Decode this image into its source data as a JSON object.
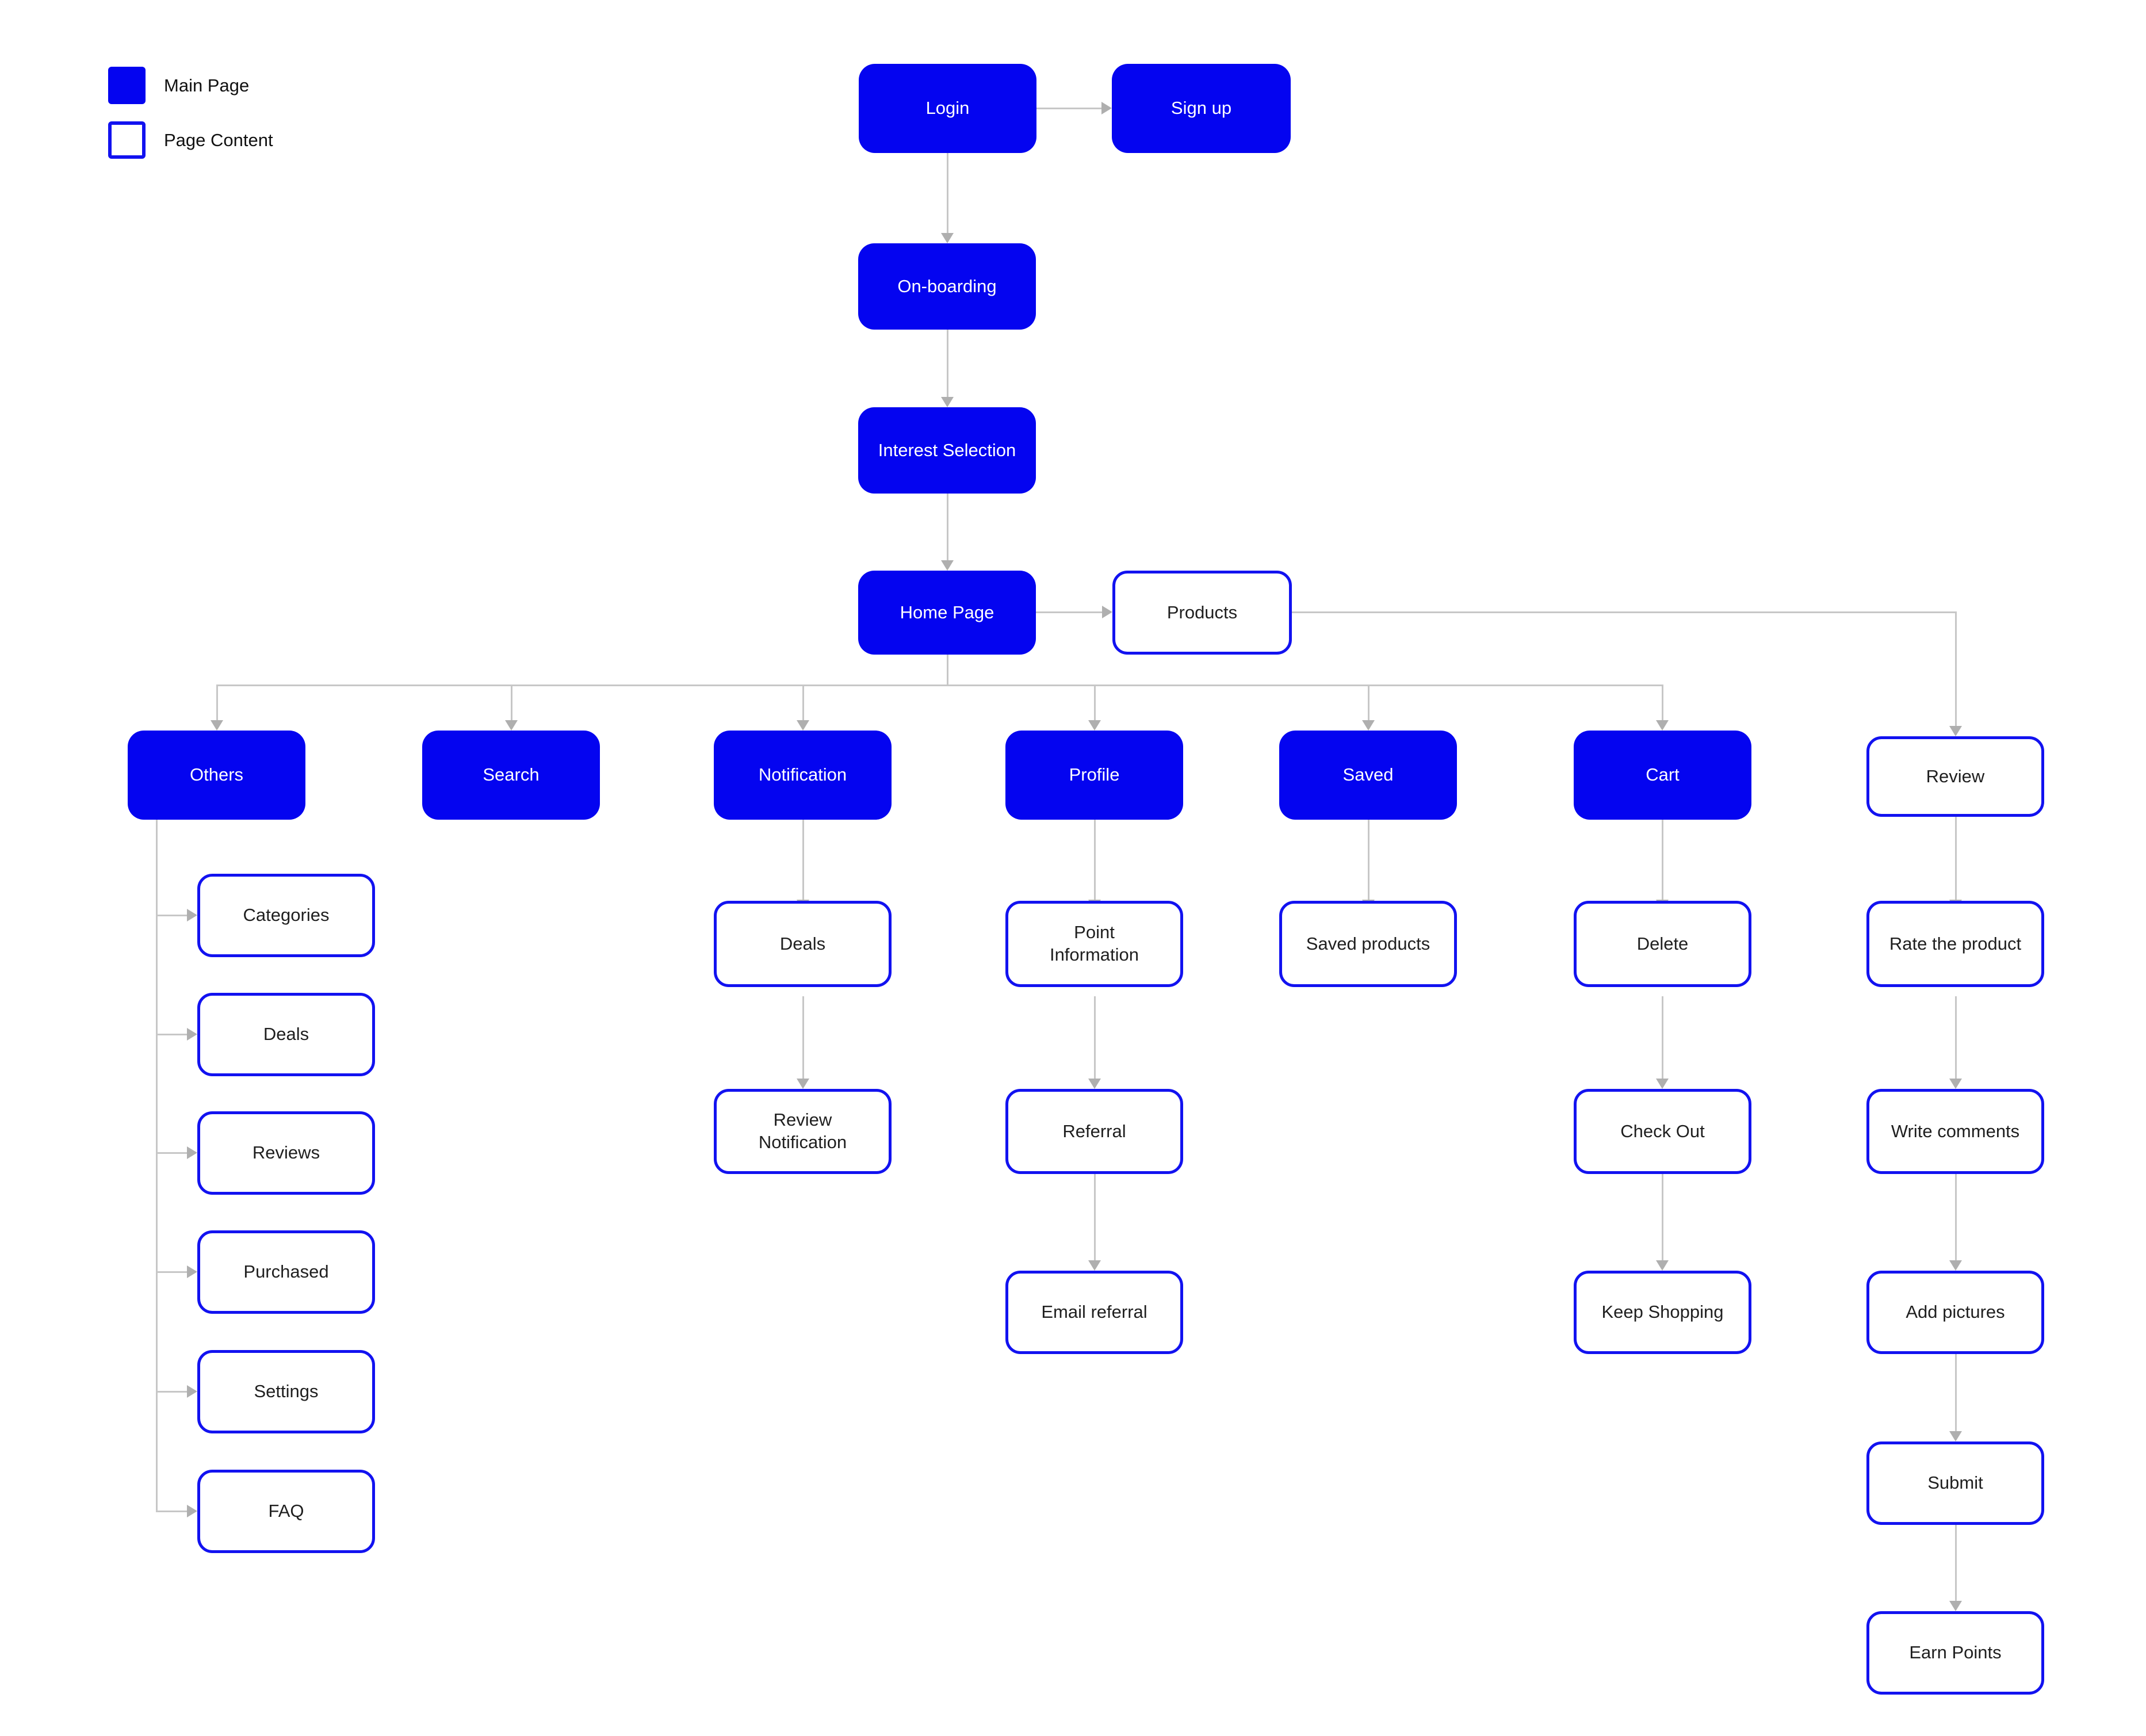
{
  "legend": {
    "main": {
      "label": "Main Page"
    },
    "content": {
      "label": "Page Content"
    }
  },
  "colors": {
    "main_page_fill": "#0404F0",
    "content_page_border": "#1212F0",
    "main_page_text": "#FFFFFF",
    "content_page_text": "#1F1F1F",
    "connector_line": "#C7C7C7",
    "connector_arrow": "#AFAFAF",
    "background": "#FFFFFF"
  },
  "nodes": {
    "login": {
      "label": "Login",
      "type": "main"
    },
    "sign_up": {
      "label": "Sign up",
      "type": "main"
    },
    "on_boarding": {
      "label": "On-boarding",
      "type": "main"
    },
    "interest_selection": {
      "label": "Interest Selection",
      "type": "main"
    },
    "home_page": {
      "label": "Home Page",
      "type": "main"
    },
    "products": {
      "label": "Products",
      "type": "content"
    },
    "others": {
      "label": "Others",
      "type": "main"
    },
    "search": {
      "label": "Search",
      "type": "main"
    },
    "notification": {
      "label": "Notification",
      "type": "main"
    },
    "profile": {
      "label": "Profile",
      "type": "main"
    },
    "saved": {
      "label": "Saved",
      "type": "main"
    },
    "cart": {
      "label": "Cart",
      "type": "main"
    },
    "review": {
      "label": "Review",
      "type": "content"
    },
    "categories": {
      "label": "Categories",
      "type": "content"
    },
    "deals": {
      "label": "Deals",
      "type": "content"
    },
    "reviews": {
      "label": "Reviews",
      "type": "content"
    },
    "purchased": {
      "label": "Purchased",
      "type": "content"
    },
    "settings": {
      "label": "Settings",
      "type": "content"
    },
    "faq": {
      "label": "FAQ",
      "type": "content"
    },
    "notification_deals": {
      "label": "Deals",
      "type": "content"
    },
    "review_notification": {
      "label": "Review\nNotification",
      "type": "content"
    },
    "point_information": {
      "label": "Point\nInformation",
      "type": "content"
    },
    "referral": {
      "label": "Referral",
      "type": "content"
    },
    "email_referral": {
      "label": "Email referral",
      "type": "content"
    },
    "saved_products": {
      "label": "Saved products",
      "type": "content"
    },
    "delete": {
      "label": "Delete",
      "type": "content"
    },
    "check_out": {
      "label": "Check Out",
      "type": "content"
    },
    "keep_shopping": {
      "label": "Keep Shopping",
      "type": "content"
    },
    "rate_the_product": {
      "label": "Rate the product",
      "type": "content"
    },
    "write_comments": {
      "label": "Write comments",
      "type": "content"
    },
    "add_pictures": {
      "label": "Add pictures",
      "type": "content"
    },
    "submit": {
      "label": "Submit",
      "type": "content"
    },
    "earn_points": {
      "label": "Earn Points",
      "type": "content"
    }
  },
  "edges": [
    [
      "login",
      "sign_up"
    ],
    [
      "login",
      "on_boarding"
    ],
    [
      "on_boarding",
      "interest_selection"
    ],
    [
      "interest_selection",
      "home_page"
    ],
    [
      "home_page",
      "products"
    ],
    [
      "products",
      "review"
    ],
    [
      "home_page",
      "others"
    ],
    [
      "home_page",
      "search"
    ],
    [
      "home_page",
      "notification"
    ],
    [
      "home_page",
      "profile"
    ],
    [
      "home_page",
      "saved"
    ],
    [
      "home_page",
      "cart"
    ],
    [
      "others",
      "categories"
    ],
    [
      "others",
      "deals"
    ],
    [
      "others",
      "reviews"
    ],
    [
      "others",
      "purchased"
    ],
    [
      "others",
      "settings"
    ],
    [
      "others",
      "faq"
    ],
    [
      "notification",
      "notification_deals"
    ],
    [
      "notification_deals",
      "review_notification"
    ],
    [
      "profile",
      "point_information"
    ],
    [
      "point_information",
      "referral"
    ],
    [
      "referral",
      "email_referral"
    ],
    [
      "saved",
      "saved_products"
    ],
    [
      "cart",
      "delete"
    ],
    [
      "delete",
      "check_out"
    ],
    [
      "check_out",
      "keep_shopping"
    ],
    [
      "review",
      "rate_the_product"
    ],
    [
      "rate_the_product",
      "write_comments"
    ],
    [
      "write_comments",
      "add_pictures"
    ],
    [
      "add_pictures",
      "submit"
    ],
    [
      "submit",
      "earn_points"
    ]
  ]
}
